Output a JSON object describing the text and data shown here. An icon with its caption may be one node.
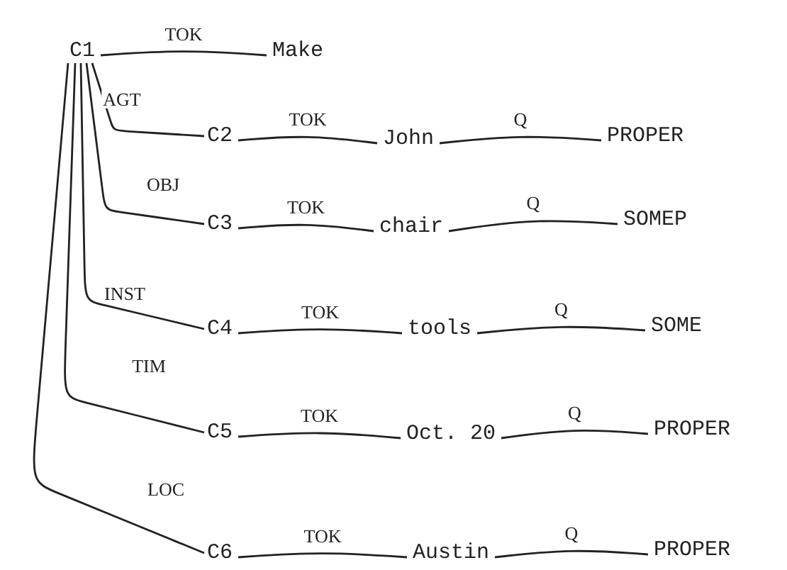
{
  "diagram": {
    "nodes": [
      {
        "text": [
          "C1"
        ]
      },
      {
        "text": [
          "Make"
        ]
      },
      {
        "text": [
          "C2"
        ]
      },
      {
        "text": [
          "John"
        ]
      },
      {
        "text": [
          "PROPER"
        ]
      },
      {
        "text": [
          "C3"
        ]
      },
      {
        "text": [
          "chair"
        ]
      },
      {
        "text": [
          "SOMEP"
        ]
      },
      {
        "text": [
          "C4"
        ]
      },
      {
        "text": [
          "tools"
        ]
      },
      {
        "text": [
          "SOME"
        ]
      },
      {
        "text": [
          "C5"
        ]
      },
      {
        "text": [
          "Oct. 20"
        ]
      },
      {
        "text": [
          "PROPER"
        ]
      },
      {
        "text": [
          "C6"
        ]
      },
      {
        "text": [
          "Austin"
        ]
      },
      {
        "text": [
          "PROPER"
        ]
      }
    ],
    "edges": [
      {
        "from": 0,
        "to": 1,
        "label": "TOK",
        "arrow": "none"
      },
      {
        "from": 0,
        "to": 2,
        "label": "AGT",
        "arrow": "none"
      },
      {
        "from": 2,
        "to": 3,
        "label": "TOK",
        "arrow": "none"
      },
      {
        "from": 3,
        "to": 4,
        "label": "Q",
        "arrow": "none"
      },
      {
        "from": 0,
        "to": 5,
        "label": "OBJ",
        "arrow": "none"
      },
      {
        "from": 5,
        "to": 6,
        "label": "TOK",
        "arrow": "none"
      },
      {
        "from": 6,
        "to": 7,
        "label": "Q",
        "arrow": "none"
      },
      {
        "from": 0,
        "to": 8,
        "label": "INST",
        "arrow": "none"
      },
      {
        "from": 8,
        "to": 9,
        "label": "TOK",
        "arrow": "none"
      },
      {
        "from": 9,
        "to": 10,
        "label": "Q",
        "arrow": "none"
      },
      {
        "from": 0,
        "to": 11,
        "label": "TIM",
        "arrow": "none"
      },
      {
        "from": 11,
        "to": 12,
        "label": "TOK",
        "arrow": "none"
      },
      {
        "from": 12,
        "to": 13,
        "label": "Q",
        "arrow": "none"
      },
      {
        "from": 0,
        "to": 14,
        "label": "LOC",
        "arrow": "none"
      },
      {
        "from": 14,
        "to": 15,
        "label": "TOK",
        "arrow": "none"
      },
      {
        "from": 15,
        "to": 16,
        "label": "Q",
        "arrow": "none"
      }
    ]
  }
}
